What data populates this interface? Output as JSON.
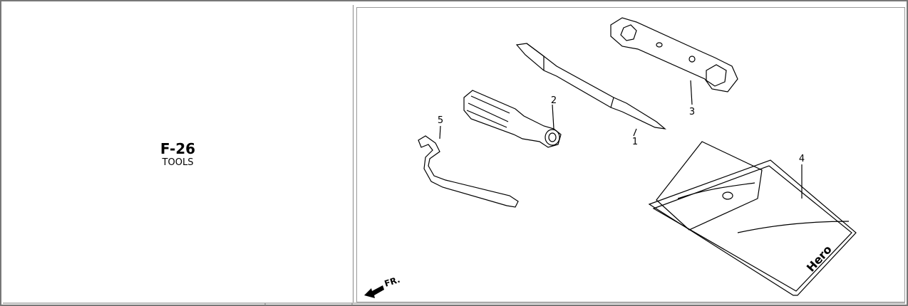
{
  "section": {
    "code": "F-26",
    "name": "TOOLS"
  },
  "diagram": {
    "callouts": [
      {
        "id": "1",
        "part": "screwdriver"
      },
      {
        "id": "2",
        "part": "screwdriver-handle"
      },
      {
        "id": "3",
        "part": "spark-plug-wrench"
      },
      {
        "id": "4",
        "part": "tool-bag"
      },
      {
        "id": "5",
        "part": "pin-spanner"
      }
    ],
    "direction_label": "FR.",
    "brand_label": "Hero"
  }
}
